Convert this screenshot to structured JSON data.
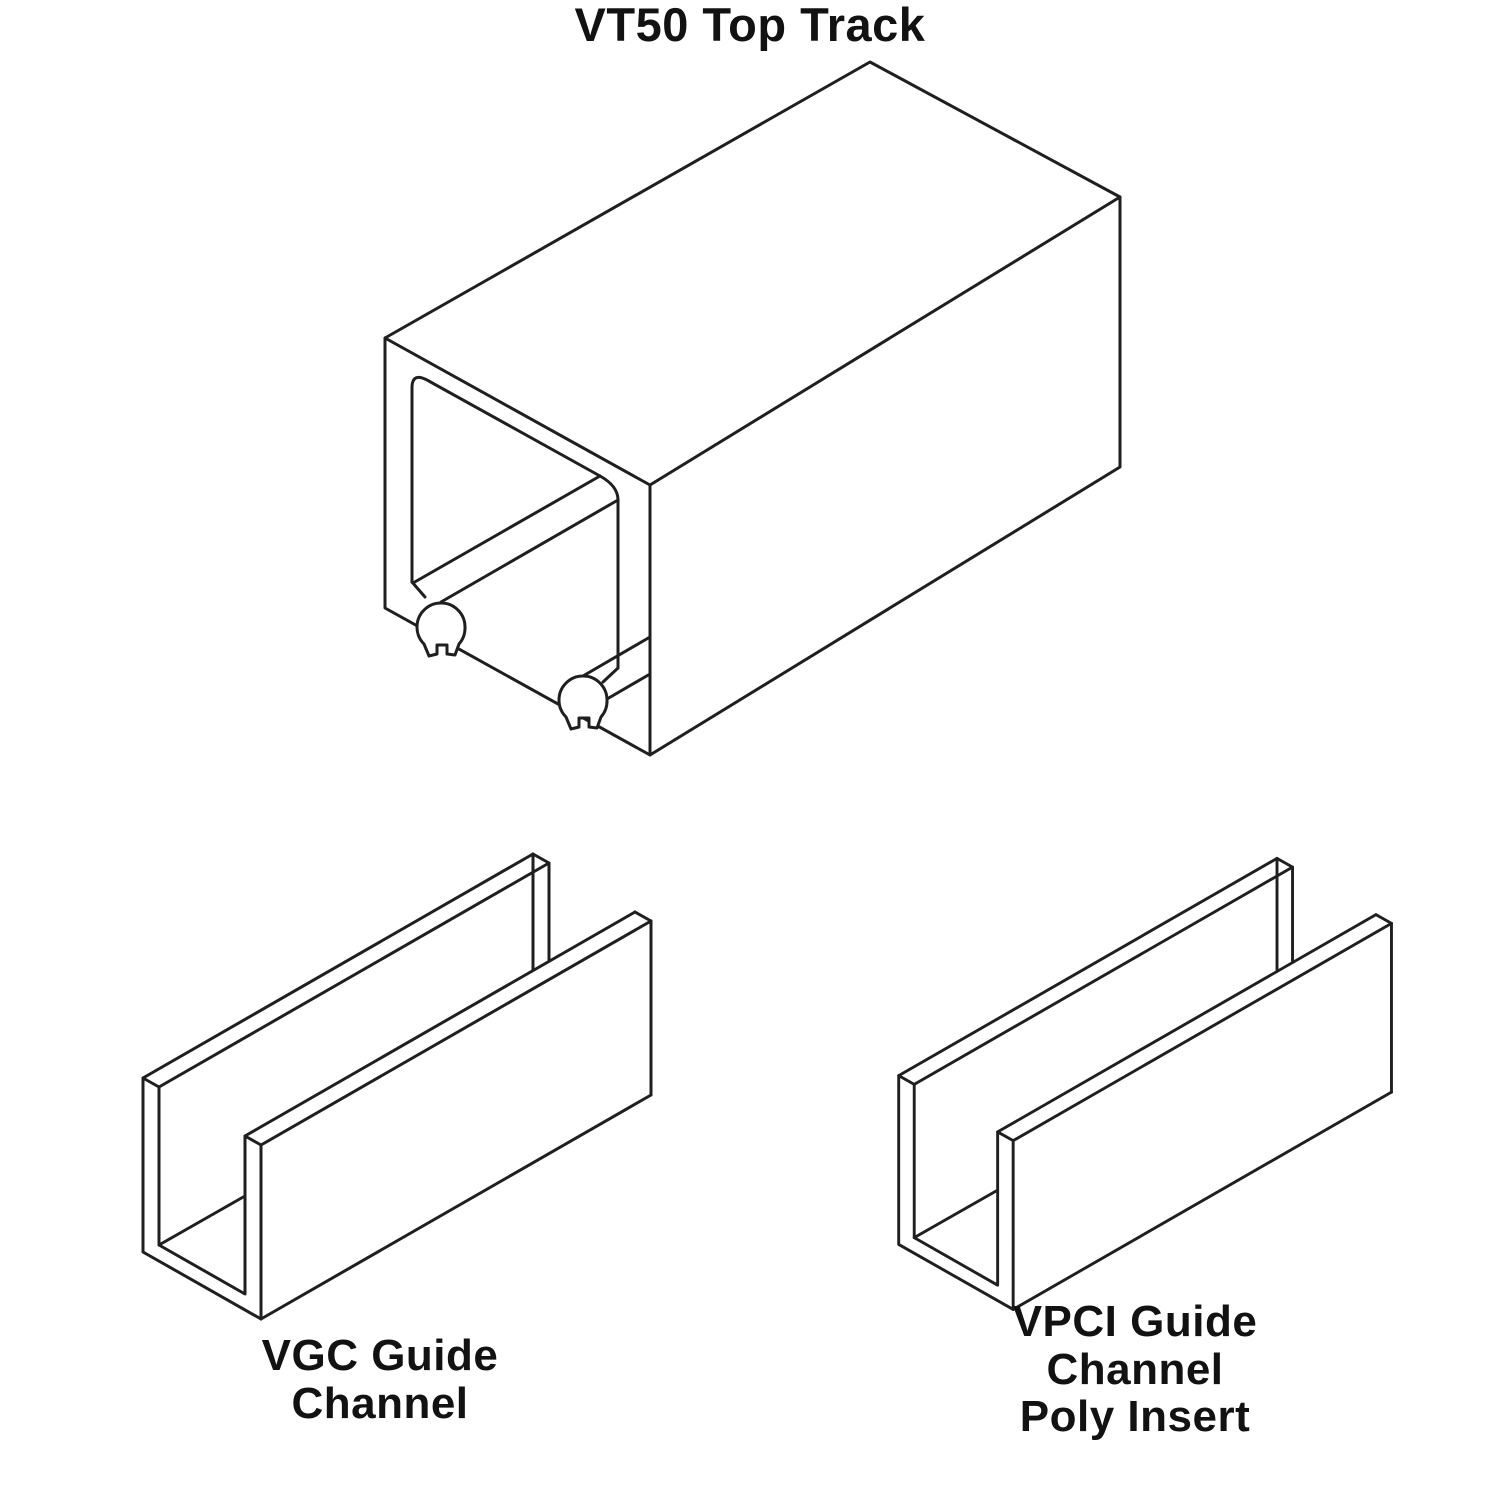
{
  "page": {
    "background_color": "#ffffff",
    "line_color": "#1f1f1f",
    "text_color": "#121212"
  },
  "figures": {
    "top_track": {
      "label": "VT50 Top Track"
    },
    "guide_channel": {
      "label_lines": [
        "VGC Guide",
        "Channel"
      ]
    },
    "guide_channel_poly_insert": {
      "label_lines": [
        "VPCI Guide",
        "Channel",
        "Poly Insert"
      ]
    }
  }
}
